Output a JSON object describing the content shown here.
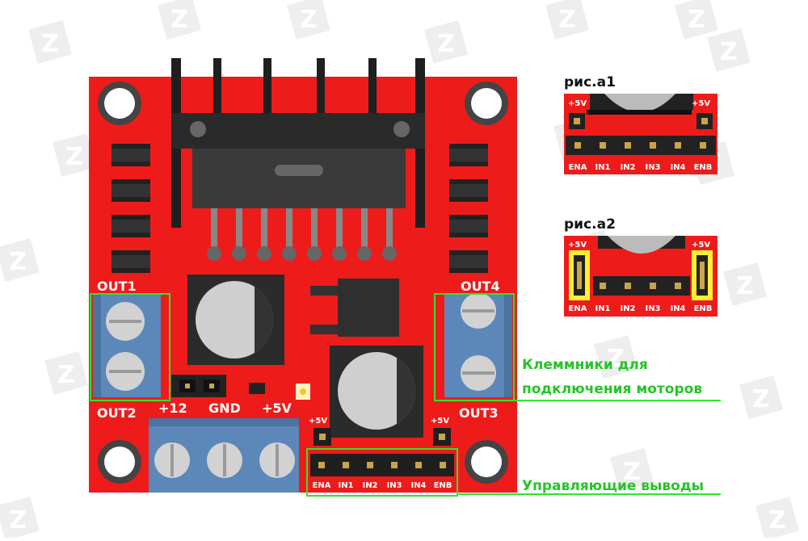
{
  "watermark_glyph": "Z",
  "board": {
    "out1_label": "OUT1",
    "out2_label": "OUT2",
    "out3_label": "OUT3",
    "out4_label": "OUT4",
    "power_labels": {
      "v12": "+12",
      "gnd": "GND",
      "v5": "+5V"
    },
    "pin_v5_left": "+5V",
    "pin_v5_right": "+5V",
    "control_pins": [
      "ENA",
      "IN1",
      "IN2",
      "IN3",
      "IN4",
      "ENB"
    ]
  },
  "fig_a1": {
    "title": "рис.а1",
    "v5_left": "+5V",
    "v5_right": "+5V",
    "pins": [
      "ENA",
      "IN1",
      "IN2",
      "IN3",
      "IN4",
      "ENB"
    ]
  },
  "fig_a2": {
    "title": "рис.а2",
    "v5_left": "+5V",
    "v5_right": "+5V",
    "pins": [
      "ENA",
      "IN1",
      "IN2",
      "IN3",
      "IN4",
      "ENB"
    ]
  },
  "callouts": {
    "terminals_line1": "Клеммники для",
    "terminals_line2": "подключения моторов",
    "control": "Управляющие выводы"
  },
  "colors": {
    "pcb_red": "#ee1b1b",
    "highlight_green": "#2ee52e",
    "callout_text": "#27c427",
    "terminal_blue": "#5b88b8",
    "jumper_yellow": "#ffee33"
  }
}
